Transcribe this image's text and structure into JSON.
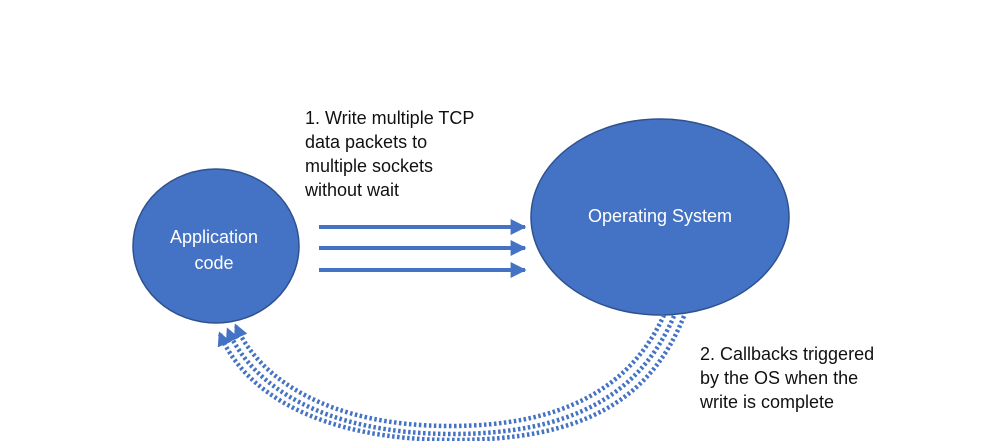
{
  "colors": {
    "node_fill": "#4472C4",
    "node_stroke": "#2F528F",
    "arrow": "#4472C4",
    "node_text": "#FFFFFF",
    "annotation_text": "#111111"
  },
  "nodes": {
    "app": {
      "label_line1": "Application",
      "label_line2": "code"
    },
    "os": {
      "label": "Operating System"
    }
  },
  "annotations": {
    "write": {
      "line1": "1. Write multiple TCP",
      "line2": "data packets to",
      "line3": "multiple sockets",
      "line4": "without wait"
    },
    "callback": {
      "line1": "2. Callbacks triggered",
      "line2": "by the OS when the",
      "line3": "write is complete"
    }
  },
  "edges": {
    "write_arrow_count": 3,
    "callback_arrow_count": 3,
    "write_style": "solid",
    "callback_style": "dotted"
  }
}
